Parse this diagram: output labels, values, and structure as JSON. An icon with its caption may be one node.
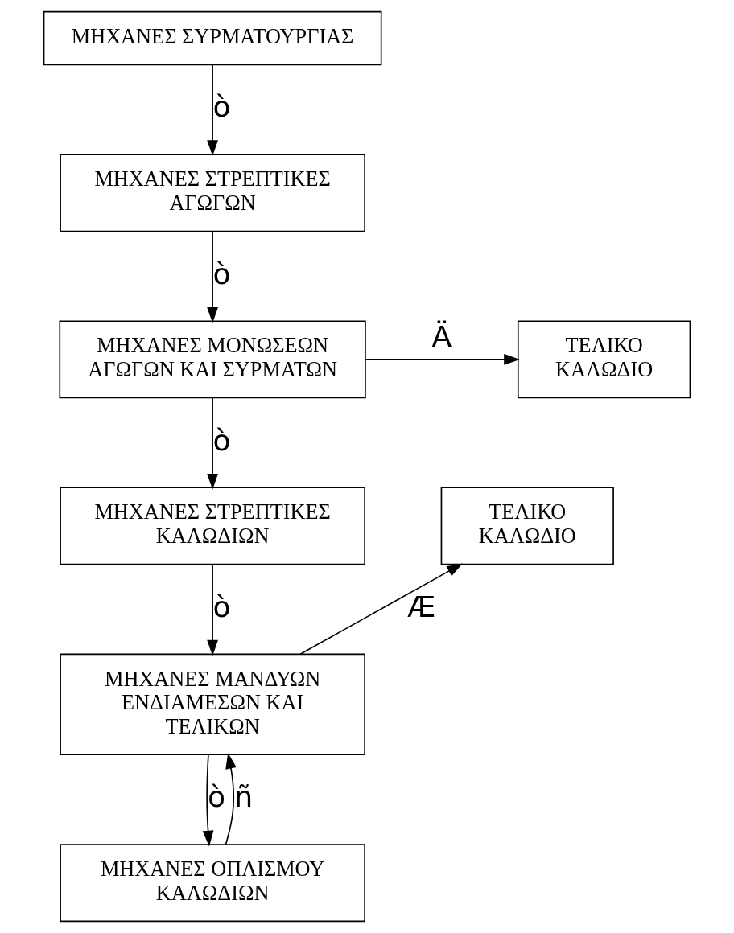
{
  "diagram": {
    "nodes": [
      {
        "text": [
          "ΜΗΧΑΝΕΣ ΣΥΡΜΑΤΟΥΡΓΙΑΣ"
        ]
      },
      {
        "text": [
          "ΜΗΧΑΝΕΣ ΣΤΡΕΠΤΙΚΕΣ ΑΓΩΓΩΝ"
        ]
      },
      {
        "text": [
          "ΜΗΧΑΝΕΣ ΜΟΝΩΣΕΩΝ ΑΓΩΓΩΝ ΚΑΙ ΣΥΡΜΑΤΩΝ"
        ]
      },
      {
        "text": [
          "ΤΕΛΙΚΟ ΚΑΛΩΔΙΟ"
        ]
      },
      {
        "text": [
          "ΜΗΧΑΝΕΣ ΣΤΡΕΠΤΙΚΕΣ ΚΑΛΩΔΙΩΝ"
        ]
      },
      {
        "text": [
          "ΤΕΛΙΚΟ ΚΑΛΩΔΙΟ"
        ]
      },
      {
        "text": [
          "ΜΗΧΑΝΕΣ ΜΑΝΔΥΩΝ ΕΝΔΙΑΜΕΣΩΝ ΚΑΙ ΤΕΛΙΚΩΝ"
        ]
      },
      {
        "text": [
          "ΜΗΧΑΝΕΣ ΟΠΛΙΣΜΟΥ ΚΑΛΩΔΙΩΝ"
        ]
      }
    ],
    "edges": [
      {
        "from": 0,
        "to": 1,
        "arrow": "to",
        "label": "ò"
      },
      {
        "from": 1,
        "to": 2,
        "arrow": "to",
        "label": "ò"
      },
      {
        "from": 2,
        "to": 4,
        "arrow": "to",
        "label": "ò"
      },
      {
        "from": 2,
        "to": 3,
        "arrow": "to",
        "label": "Ä"
      },
      {
        "from": 4,
        "to": 6,
        "arrow": "to",
        "label": "ò"
      },
      {
        "from": 6,
        "to": 5,
        "arrow": "to",
        "label": "Æ"
      },
      {
        "from": 6,
        "to": 7,
        "arrow": "to",
        "label": "ò"
      },
      {
        "from": 7,
        "to": 6,
        "arrow": "to",
        "label": "ñ"
      }
    ]
  }
}
